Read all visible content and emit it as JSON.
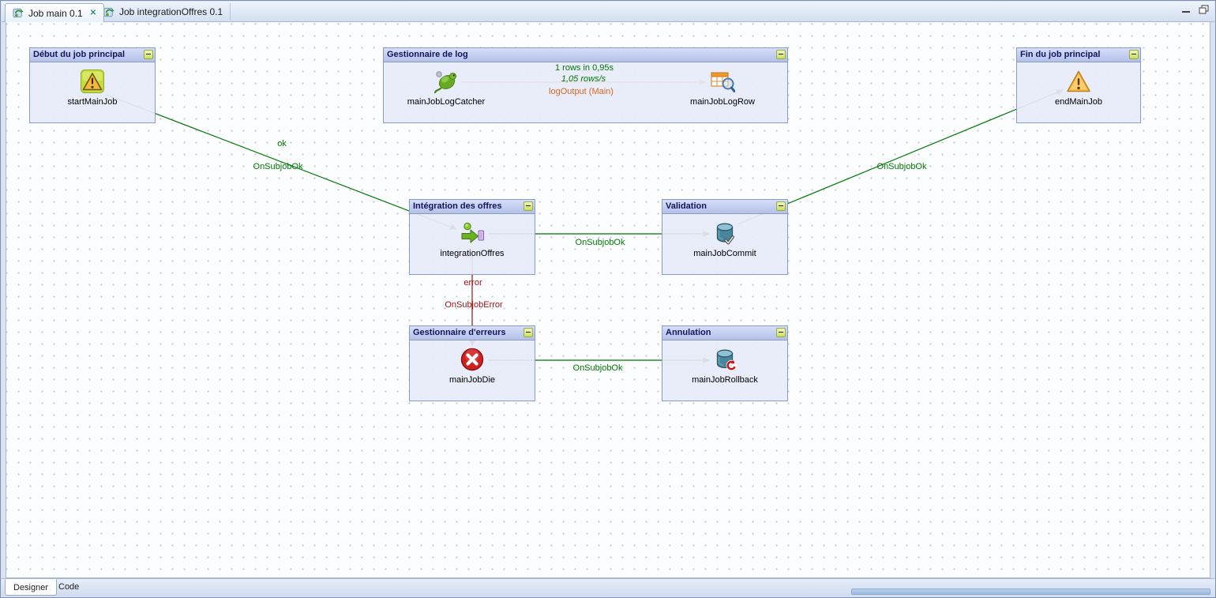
{
  "top_tabs": [
    {
      "label": "Job main 0.1"
    },
    {
      "label": "Job integrationOffres 0.1"
    }
  ],
  "icons": {
    "close": "✕"
  },
  "subjobs": [
    {
      "title": "Début du job principal",
      "components": [
        {
          "name": "startMainJob"
        }
      ]
    },
    {
      "title": "Gestionnaire de log",
      "components": [
        {
          "name": "mainJobLogCatcher"
        },
        {
          "name": "mainJobLogRow"
        }
      ]
    },
    {
      "title": "Fin du job principal",
      "components": [
        {
          "name": "endMainJob"
        }
      ]
    },
    {
      "title": "Intégration des offres",
      "components": [
        {
          "name": "integrationOffres"
        }
      ]
    },
    {
      "title": "Validation",
      "components": [
        {
          "name": "mainJobCommit"
        }
      ]
    },
    {
      "title": "Gestionnaire d'erreurs",
      "components": [
        {
          "name": "mainJobDie"
        }
      ]
    },
    {
      "title": "Annulation",
      "components": [
        {
          "name": "mainJobRollback"
        }
      ]
    }
  ],
  "connections": {
    "start_to_integration": {
      "state": "ok",
      "trigger": "OnSubjobOk"
    },
    "integration_to_commit": {
      "trigger": "OnSubjobOk"
    },
    "commit_to_end": {
      "trigger": "OnSubjobOk"
    },
    "integration_to_die": {
      "state": "error",
      "trigger": "OnSubjobError"
    },
    "die_to_rollback": {
      "trigger": "OnSubjobOk"
    },
    "logcatcher_to_logrow": {
      "rows": "1 rows in 0,95s",
      "rate": "1,05 rows/s",
      "flow": "logOutput (Main)"
    }
  },
  "bottom_tabs": [
    {
      "label": "Designer"
    },
    {
      "label": "Code"
    }
  ],
  "colors": {
    "ok_green": "#007700",
    "error_red": "#991111",
    "flow_orange": "#d2691e",
    "subjob_title_bg": "#b2c1ea",
    "subjob_body_bg": "#e7eaf8"
  }
}
